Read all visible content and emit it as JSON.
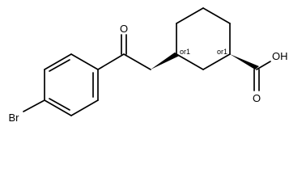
{
  "molecule": {
    "atom_labels": {
      "ketone_oxygen": "O",
      "acid_hydroxyl": "OH",
      "acid_carbonyl_oxygen": "O",
      "bromine": "Br"
    },
    "stereo_labels": {
      "c1": "or1",
      "c3": "or1"
    }
  },
  "colors": {
    "bond": "#000000",
    "text": "#000000",
    "background": "#ffffff"
  }
}
